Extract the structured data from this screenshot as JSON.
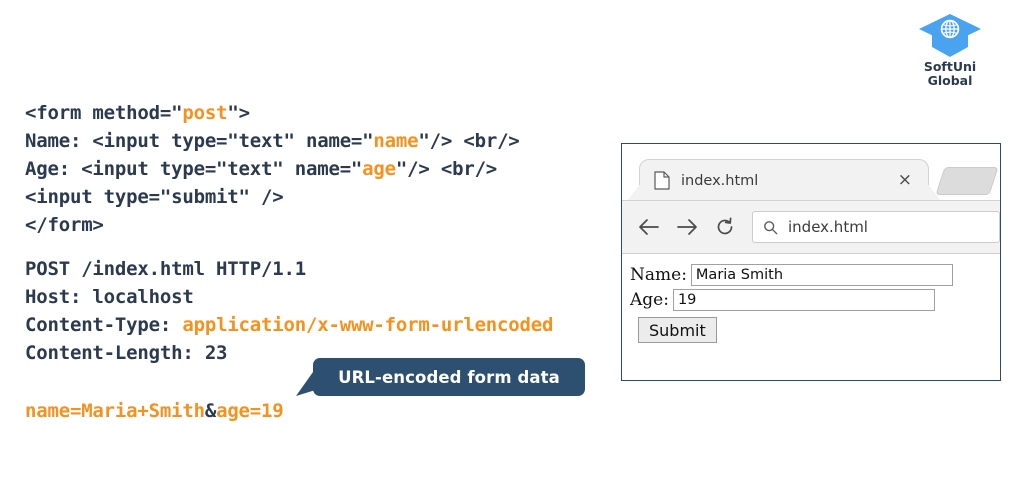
{
  "code": {
    "form_snippet": {
      "lines": [
        [
          {
            "t": "<form method=\"",
            "c": "dark"
          },
          {
            "t": "post",
            "c": "orange"
          },
          {
            "t": "\">",
            "c": "dark"
          }
        ],
        [
          {
            "t": "Name: <input type=\"text\" name=\"",
            "c": "dark"
          },
          {
            "t": "name",
            "c": "orange"
          },
          {
            "t": "\"/> <br/>",
            "c": "dark"
          }
        ],
        [
          {
            "t": "Age: <input type=\"text\" name=\"",
            "c": "dark"
          },
          {
            "t": "age",
            "c": "orange"
          },
          {
            "t": "\"/> <br/>",
            "c": "dark"
          }
        ],
        [
          {
            "t": "<input type=\"submit\" />",
            "c": "dark"
          }
        ],
        [
          {
            "t": "</form>",
            "c": "dark"
          }
        ]
      ]
    },
    "http_snippet": {
      "lines": [
        [
          {
            "t": "POST /index.html HTTP/1.1",
            "c": "dark"
          }
        ],
        [
          {
            "t": "Host: localhost",
            "c": "dark"
          }
        ],
        [
          {
            "t": "Content-Type: ",
            "c": "dark"
          },
          {
            "t": "application/x-www-form-urlencoded",
            "c": "orange"
          }
        ],
        [
          {
            "t": "Content-Length: 23",
            "c": "dark"
          }
        ]
      ]
    },
    "body_line": {
      "lines": [
        [
          {
            "t": "name=Maria+Smith",
            "c": "orange"
          },
          {
            "t": "&",
            "c": "dark"
          },
          {
            "t": "age=19",
            "c": "orange"
          }
        ]
      ]
    }
  },
  "callout": {
    "label": "URL-encoded form data",
    "color": "#2e5070"
  },
  "browser": {
    "tab": {
      "title": "index.html",
      "close_label": "×",
      "doc_icon": "document-icon",
      "newtab_icon": "new-tab-button"
    },
    "toolbar": {
      "back_icon": "arrow-left-icon",
      "forward_icon": "arrow-right-icon",
      "reload_icon": "reload-icon",
      "search_icon": "search-icon",
      "url": "index.html"
    },
    "page": {
      "name_label": "Name:",
      "name_value": "Maria Smith",
      "age_label": "Age:",
      "age_value": "19",
      "submit_label": "Submit"
    }
  },
  "logo": {
    "icon": "graduation-cap-globe-icon",
    "line1": "SoftUni",
    "line2": "Global",
    "color": "#4aa3f0"
  },
  "colors": {
    "orange": "#f5921e",
    "dark_navy": "#2b3a4e",
    "bubble": "#2e5070",
    "logo_blue": "#4aa3f0"
  }
}
